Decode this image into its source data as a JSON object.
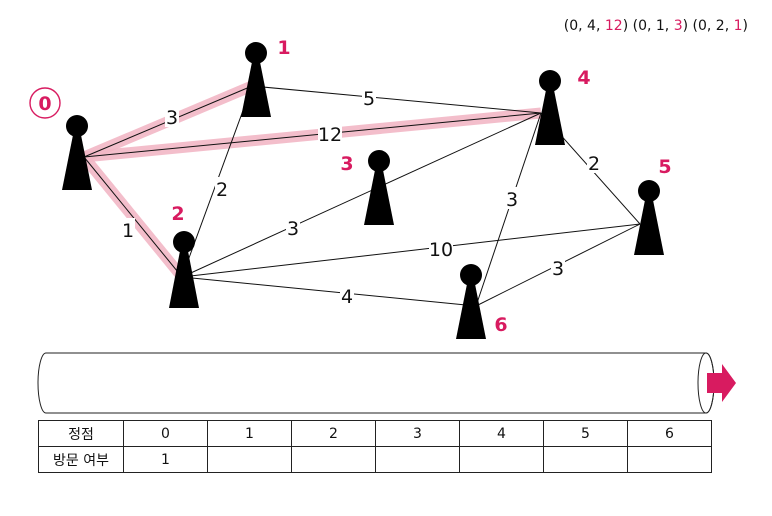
{
  "graph": {
    "vertices": [
      {
        "id": "0",
        "label": "0",
        "circled": true
      },
      {
        "id": "1",
        "label": "1"
      },
      {
        "id": "2",
        "label": "2"
      },
      {
        "id": "3",
        "label": "3"
      },
      {
        "id": "4",
        "label": "4"
      },
      {
        "id": "5",
        "label": "5"
      },
      {
        "id": "6",
        "label": "6"
      }
    ],
    "edges": [
      {
        "from": "0",
        "to": "1",
        "weight": "3",
        "highlighted": true
      },
      {
        "from": "0",
        "to": "4",
        "weight": "12",
        "highlighted": true
      },
      {
        "from": "0",
        "to": "2",
        "weight": "1",
        "highlighted": true
      },
      {
        "from": "1",
        "to": "4",
        "weight": "5",
        "highlighted": false
      },
      {
        "from": "1",
        "to": "2",
        "weight": "2",
        "highlighted": false
      },
      {
        "from": "2",
        "to": "4",
        "weight": "3",
        "highlighted": false
      },
      {
        "from": "2",
        "to": "5",
        "weight": "10",
        "highlighted": false
      },
      {
        "from": "2",
        "to": "6",
        "weight": "4",
        "highlighted": false
      },
      {
        "from": "4",
        "to": "5",
        "weight": "2",
        "highlighted": false
      },
      {
        "from": "4",
        "to": "6",
        "weight": "3",
        "highlighted": false
      },
      {
        "from": "6",
        "to": "5",
        "weight": "3",
        "highlighted": false
      }
    ],
    "colors": {
      "vertex_label": "#d81b60",
      "highlight": "#f2b8c6",
      "pawn": "#000000",
      "edge": "#111111"
    }
  },
  "queue": {
    "items": [
      {
        "a": "0",
        "b": "4",
        "w": "12"
      },
      {
        "a": "0",
        "b": "1",
        "w": "3"
      },
      {
        "a": "0",
        "b": "2",
        "w": "1"
      }
    ],
    "arrow_color": "#d81b60"
  },
  "visit_table": {
    "header_label": "정점",
    "row_label": "방문 여부",
    "vertices": [
      "0",
      "1",
      "2",
      "3",
      "4",
      "5",
      "6"
    ],
    "visited": [
      "1",
      "",
      "",
      "",
      "",
      "",
      ""
    ]
  }
}
